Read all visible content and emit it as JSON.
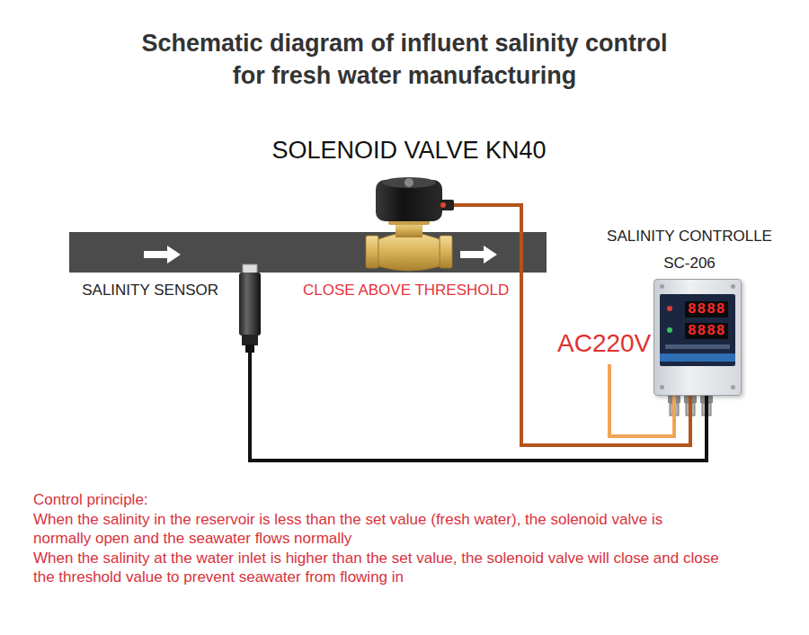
{
  "diagram": {
    "title": "Schematic diagram of influent salinity control for fresh water manufacturing",
    "nodes": [
      {
        "text": [
          "SOLENOID VALVE KN40"
        ]
      },
      {
        "text": [
          "SALINITY SENSOR"
        ]
      },
      {
        "text": [
          "SALINITY CONTROLLE",
          "SC-206",
          "8888",
          "8888"
        ]
      }
    ],
    "edges": [
      {
        "from": 0,
        "to": 2,
        "arrow": "none"
      },
      {
        "from": 1,
        "to": 2,
        "arrow": "none"
      }
    ],
    "labels": [
      "CLOSE ABOVE THRESHOLD",
      "AC220V",
      "Control principle:",
      "When the salinity in the reservoir is less than the set value (fresh water), the solenoid valve is normally open and the seawater flows normally",
      "When the salinity at the water inlet is higher than the set value, the solenoid valve will close and close the threshold value to prevent seawater from flowing in"
    ]
  }
}
